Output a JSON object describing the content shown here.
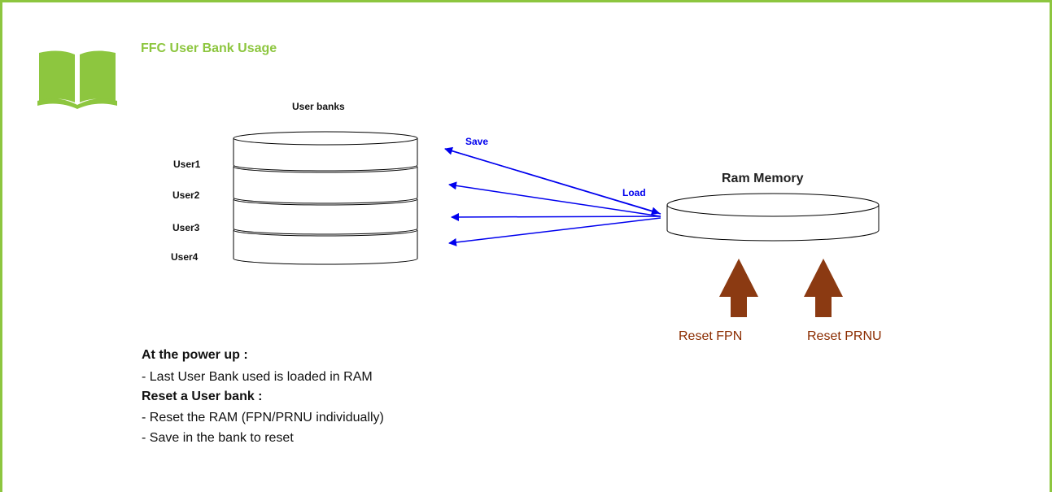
{
  "title": "FFC User Bank Usage",
  "colors": {
    "accent": "#8dc63f",
    "arrow_blue": "#0000ee",
    "reset_arrow": "#8b3a12",
    "reset_text": "#8b2c00"
  },
  "icons": {
    "book": "book-icon"
  },
  "diagram": {
    "banks_label": "User banks",
    "users": [
      "User1",
      "User2",
      "User3",
      "User4"
    ],
    "ram_label": "Ram Memory",
    "save_label": "Save",
    "load_label": "Load",
    "resets": [
      "Reset FPN",
      "Reset PRNU"
    ]
  },
  "notes": [
    {
      "text": "At the power up :",
      "bold": true
    },
    {
      "text": "- Last User Bank used is loaded in RAM",
      "bold": false
    },
    {
      "text": "Reset a User bank :",
      "bold": true
    },
    {
      "text": "- Reset the RAM (FPN/PRNU individually)",
      "bold": false
    },
    {
      "text": "- Save in the bank to reset",
      "bold": false
    }
  ]
}
